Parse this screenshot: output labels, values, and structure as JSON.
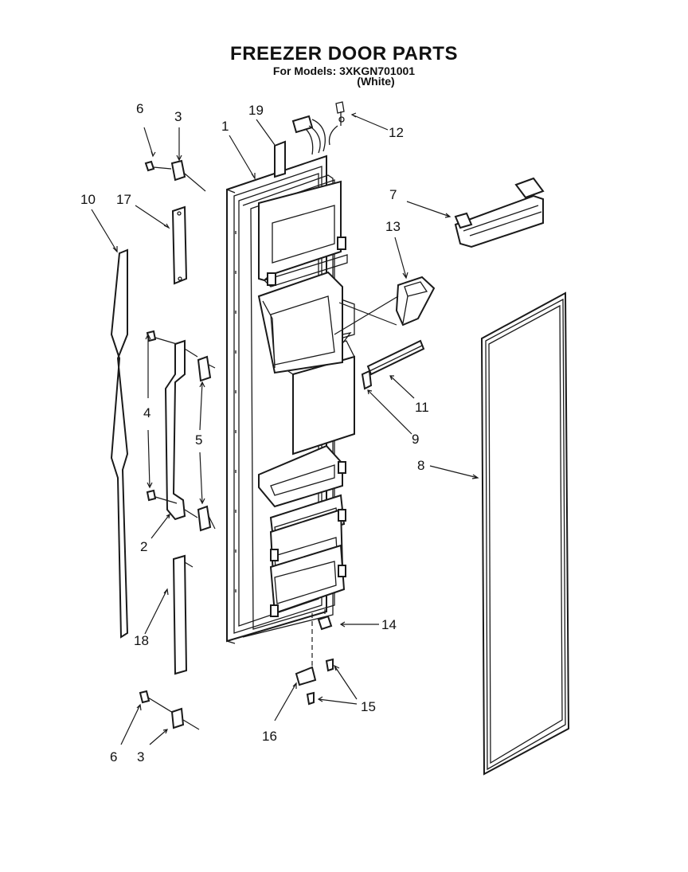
{
  "title": "FREEZER DOOR PARTS",
  "models_line": "For Models: 3XKGN701001",
  "color_line": "(White)",
  "callouts": [
    "1",
    "2",
    "3",
    "3",
    "4",
    "5",
    "6",
    "6",
    "7",
    "8",
    "9",
    "10",
    "11",
    "12",
    "13",
    "14",
    "15",
    "16",
    "17",
    "18",
    "19"
  ]
}
